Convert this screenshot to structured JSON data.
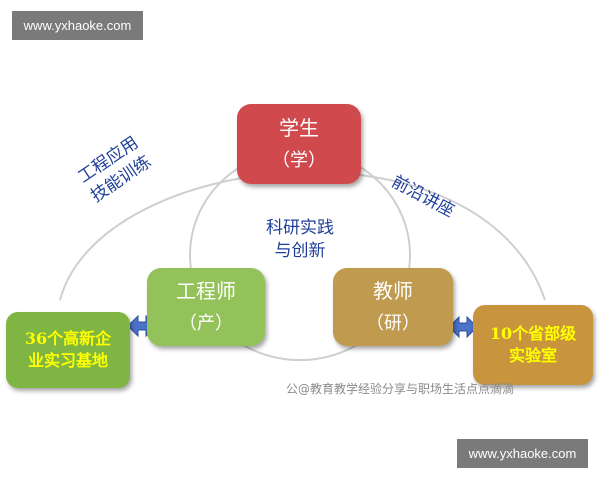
{
  "watermarks": {
    "top": "www.yxhaoke.com",
    "bottom": "www.yxhaoke.com"
  },
  "nodes": {
    "student": {
      "title": "学生",
      "sub": "（学）",
      "color": "#d04a4d"
    },
    "engineer": {
      "title": "工程师",
      "sub": "（产）",
      "color": "#93c25a"
    },
    "teacher": {
      "title": "教师",
      "sub": "（研）",
      "color": "#c09a4e"
    },
    "bases": {
      "line1": "36个高新企",
      "line2": "业实习基地",
      "color": "#7fb543"
    },
    "labs": {
      "line1": "10个省部级",
      "line2": "实验室",
      "color": "#c8953e"
    }
  },
  "labels": {
    "skills": {
      "line1": "工程应用",
      "line2": "技能训练"
    },
    "research": {
      "line1": "科研实践",
      "line2": "与创新"
    },
    "lectures": {
      "line1": "前沿讲座"
    }
  },
  "caption": "公@教育教学经验分享与职场生活点点滴滴"
}
